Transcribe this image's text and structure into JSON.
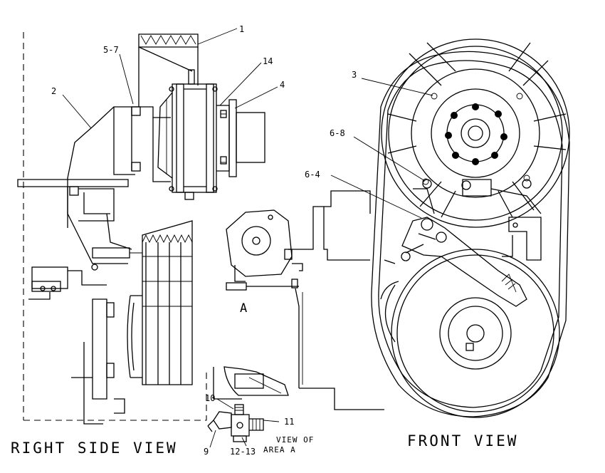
{
  "views": {
    "right_side": "RIGHT SIDE VIEW",
    "front": "FRONT VIEW",
    "area_line1": "VIEW OF",
    "area_line2": "AREA A",
    "area_marker": "A"
  },
  "callouts": {
    "c1": "1",
    "c5_7": "5-7",
    "c14": "14",
    "c4": "4",
    "c2": "2",
    "c3": "3",
    "c6_8": "6-8",
    "c6_4": "6-4",
    "c10": "10",
    "c11": "11",
    "c9": "9",
    "c12_13": "12-13"
  }
}
